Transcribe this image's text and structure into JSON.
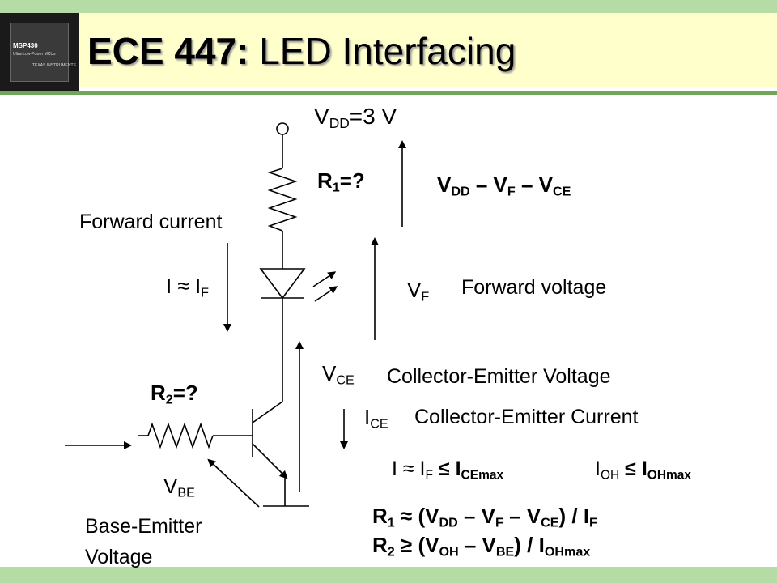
{
  "header": {
    "title_bold": "ECE 447:",
    "title_rest": " LED Interfacing",
    "chip_label": "MSP430",
    "chip_sub": "Ultra-Low-Power MCUs",
    "chip_logo": "TEXAS INSTRUMENTS"
  },
  "labels": {
    "vdd": {
      "main": "V",
      "sub": "DD",
      "tail": "=3 V"
    },
    "r1": {
      "main": "R",
      "sub": "1",
      "tail": "=?"
    },
    "vdd_eq": {
      "v1": "V",
      "s1": "DD",
      "m1": " – V",
      "s2": "F",
      "m2": " – V",
      "s3": "CE"
    },
    "forward_current": "Forward current",
    "i_if": {
      "main": "I ≈ I",
      "sub": "F"
    },
    "vf": {
      "main": "V",
      "sub": "F"
    },
    "forward_voltage": "Forward voltage",
    "vce": {
      "main": "V",
      "sub": "CE"
    },
    "collector_emitter_voltage": "Collector-Emitter Voltage",
    "r2": {
      "main": "R",
      "sub": "2",
      "tail": "=?"
    },
    "ice": {
      "main": "I",
      "sub": "CE"
    },
    "collector_emitter_current": "Collector-Emitter Current",
    "vbe": {
      "main": "V",
      "sub": "BE"
    },
    "base_emitter_voltage_1": "Base-Emitter",
    "base_emitter_voltage_2": "Voltage"
  },
  "equations": {
    "cond1": {
      "a": "I ≈ I",
      "s1": "F",
      "b": " ≤ I",
      "s2": "CEmax"
    },
    "cond2": {
      "a": "I",
      "s1": "OH",
      "b": " ≤ I",
      "s2": "OHmax"
    },
    "r1_eq": {
      "a": "R",
      "s1": "1",
      "b": " ≈ (V",
      "s2": "DD",
      "c": " – V",
      "s3": "F",
      "d": " – V",
      "s4": "CE",
      "e": ") / I",
      "s5": "F"
    },
    "r2_eq": {
      "a": "R",
      "s1": "2",
      "b": " ≥ (V",
      "s2": "OH",
      "c": " – V",
      "s3": "BE",
      "d": ") / I",
      "s4": "OHmax"
    }
  },
  "colors": {
    "accent_green": "#b6dca6",
    "header_bg": "#ffffcc",
    "header_line": "#6fa65a"
  }
}
